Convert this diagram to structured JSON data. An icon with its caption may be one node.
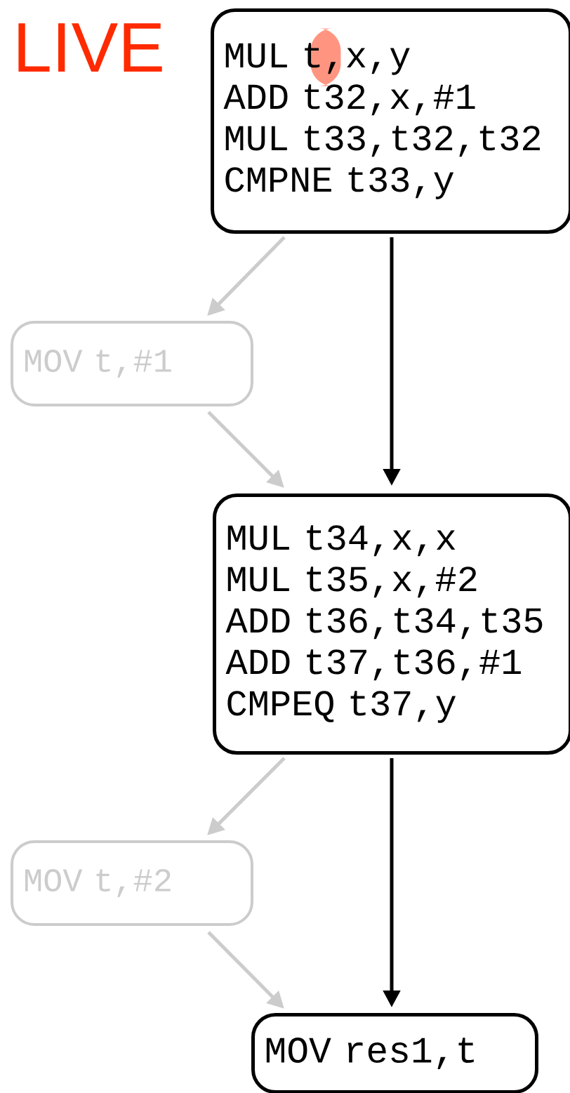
{
  "diagram": {
    "title": "LIVE",
    "nodes": [
      {
        "text": [
          "MUL t,x,y",
          "ADD t32,x,#1",
          "MUL t33,t32,t32",
          "CMPNE t33,y"
        ]
      },
      {
        "text": [
          "MOV t,#1"
        ]
      },
      {
        "text": [
          "MUL t34,x,x",
          "MUL t35,x,#2",
          "ADD t36,t34,t35",
          "ADD t37,t36,#1",
          "CMPEQ t37,y"
        ]
      },
      {
        "text": [
          "MOV t,#2"
        ]
      },
      {
        "text": [
          "MOV res1,t"
        ]
      }
    ],
    "edges": [
      {
        "from": 0,
        "to": 1,
        "arrow": "to"
      },
      {
        "from": 1,
        "to": 2,
        "arrow": "to"
      },
      {
        "from": 0,
        "to": 2,
        "arrow": "to",
        "color": "#000000"
      },
      {
        "from": 2,
        "to": 3,
        "arrow": "to"
      },
      {
        "from": 3,
        "to": 4,
        "arrow": "to"
      },
      {
        "from": 2,
        "to": 4,
        "arrow": "to",
        "color": "#000000"
      }
    ]
  }
}
